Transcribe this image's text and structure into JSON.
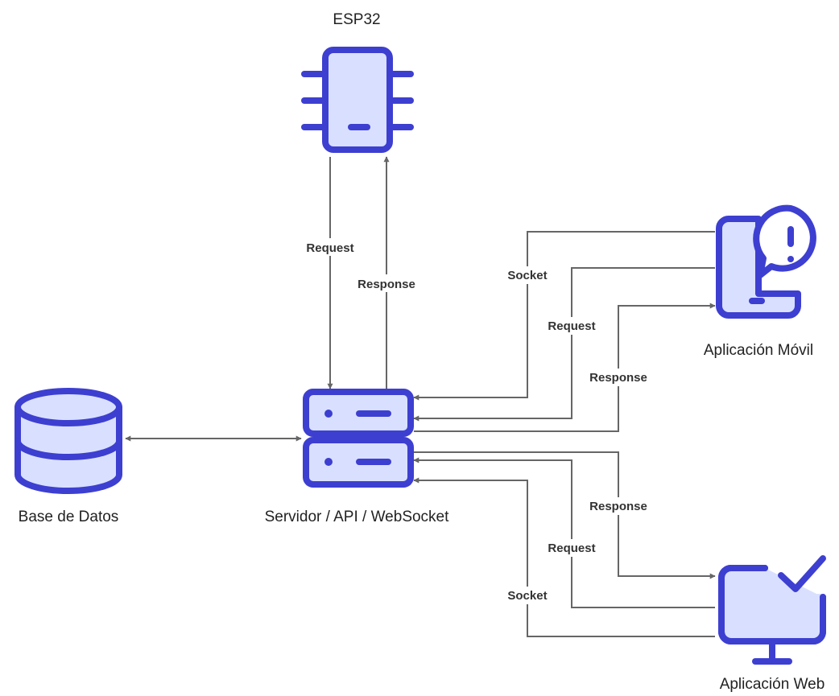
{
  "colors": {
    "accent": "#3d3fd1",
    "icon_fill": "#d9e0ff",
    "edge": "#666666",
    "label_text": "#333333"
  },
  "nodes": {
    "esp32": {
      "label": "ESP32",
      "icon": "chip-icon"
    },
    "server": {
      "label": "Servidor / API / WebSocket",
      "icon": "server-icon"
    },
    "database": {
      "label": "Base de Datos",
      "icon": "database-icon"
    },
    "mobile": {
      "label": "Aplicación Móvil",
      "icon": "mobile-alert-icon"
    },
    "web": {
      "label": "Aplicación Web",
      "icon": "monitor-check-icon"
    }
  },
  "edges": {
    "esp_request": "Request",
    "esp_response": "Response",
    "mobile_socket": "Socket",
    "mobile_request": "Request",
    "mobile_response": "Response",
    "web_response": "Response",
    "web_request": "Request",
    "web_socket": "Socket"
  }
}
